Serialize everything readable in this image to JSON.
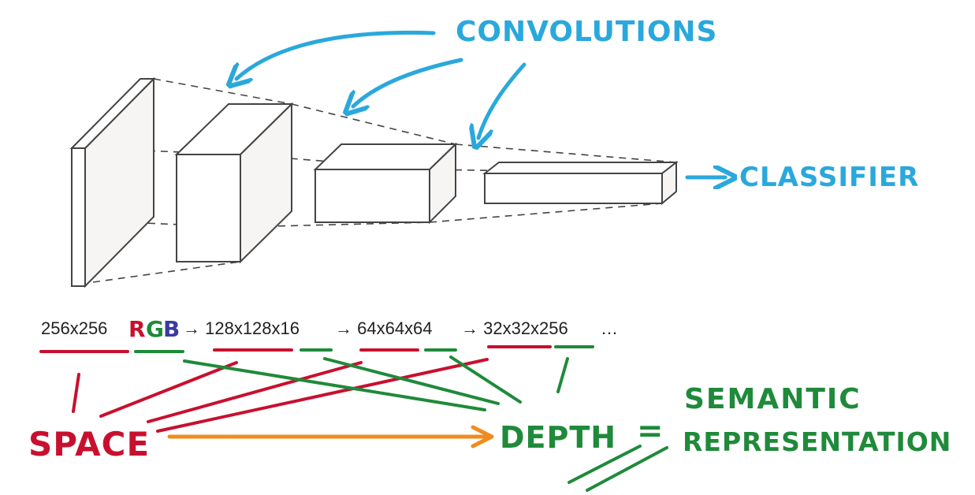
{
  "colors": {
    "blue": "#2aa8dc",
    "red": "#c8102e",
    "green": "#1f8a3a",
    "orange": "#ef8c1e",
    "rgb_b": "#3a3aa0",
    "box_stroke": "#444444",
    "box_fill": "#f6f5f3",
    "dashed": "#444444"
  },
  "labels": {
    "convolutions": "CONVOLUTIONS",
    "classifier": "CLASSIFIER",
    "space": "SPACE",
    "depth": "DEPTH",
    "equals": "=",
    "semantic": "SEMANTIC",
    "representation": "REPRESENTATION"
  },
  "dimensions": {
    "d0": "256x256",
    "rgb_r": "R",
    "rgb_g": "G",
    "rgb_b": "B",
    "a1": "→ 128x128x16",
    "a2": "→ 64x64x64",
    "a3": "→ 32x32x256",
    "ellipsis": "…"
  }
}
